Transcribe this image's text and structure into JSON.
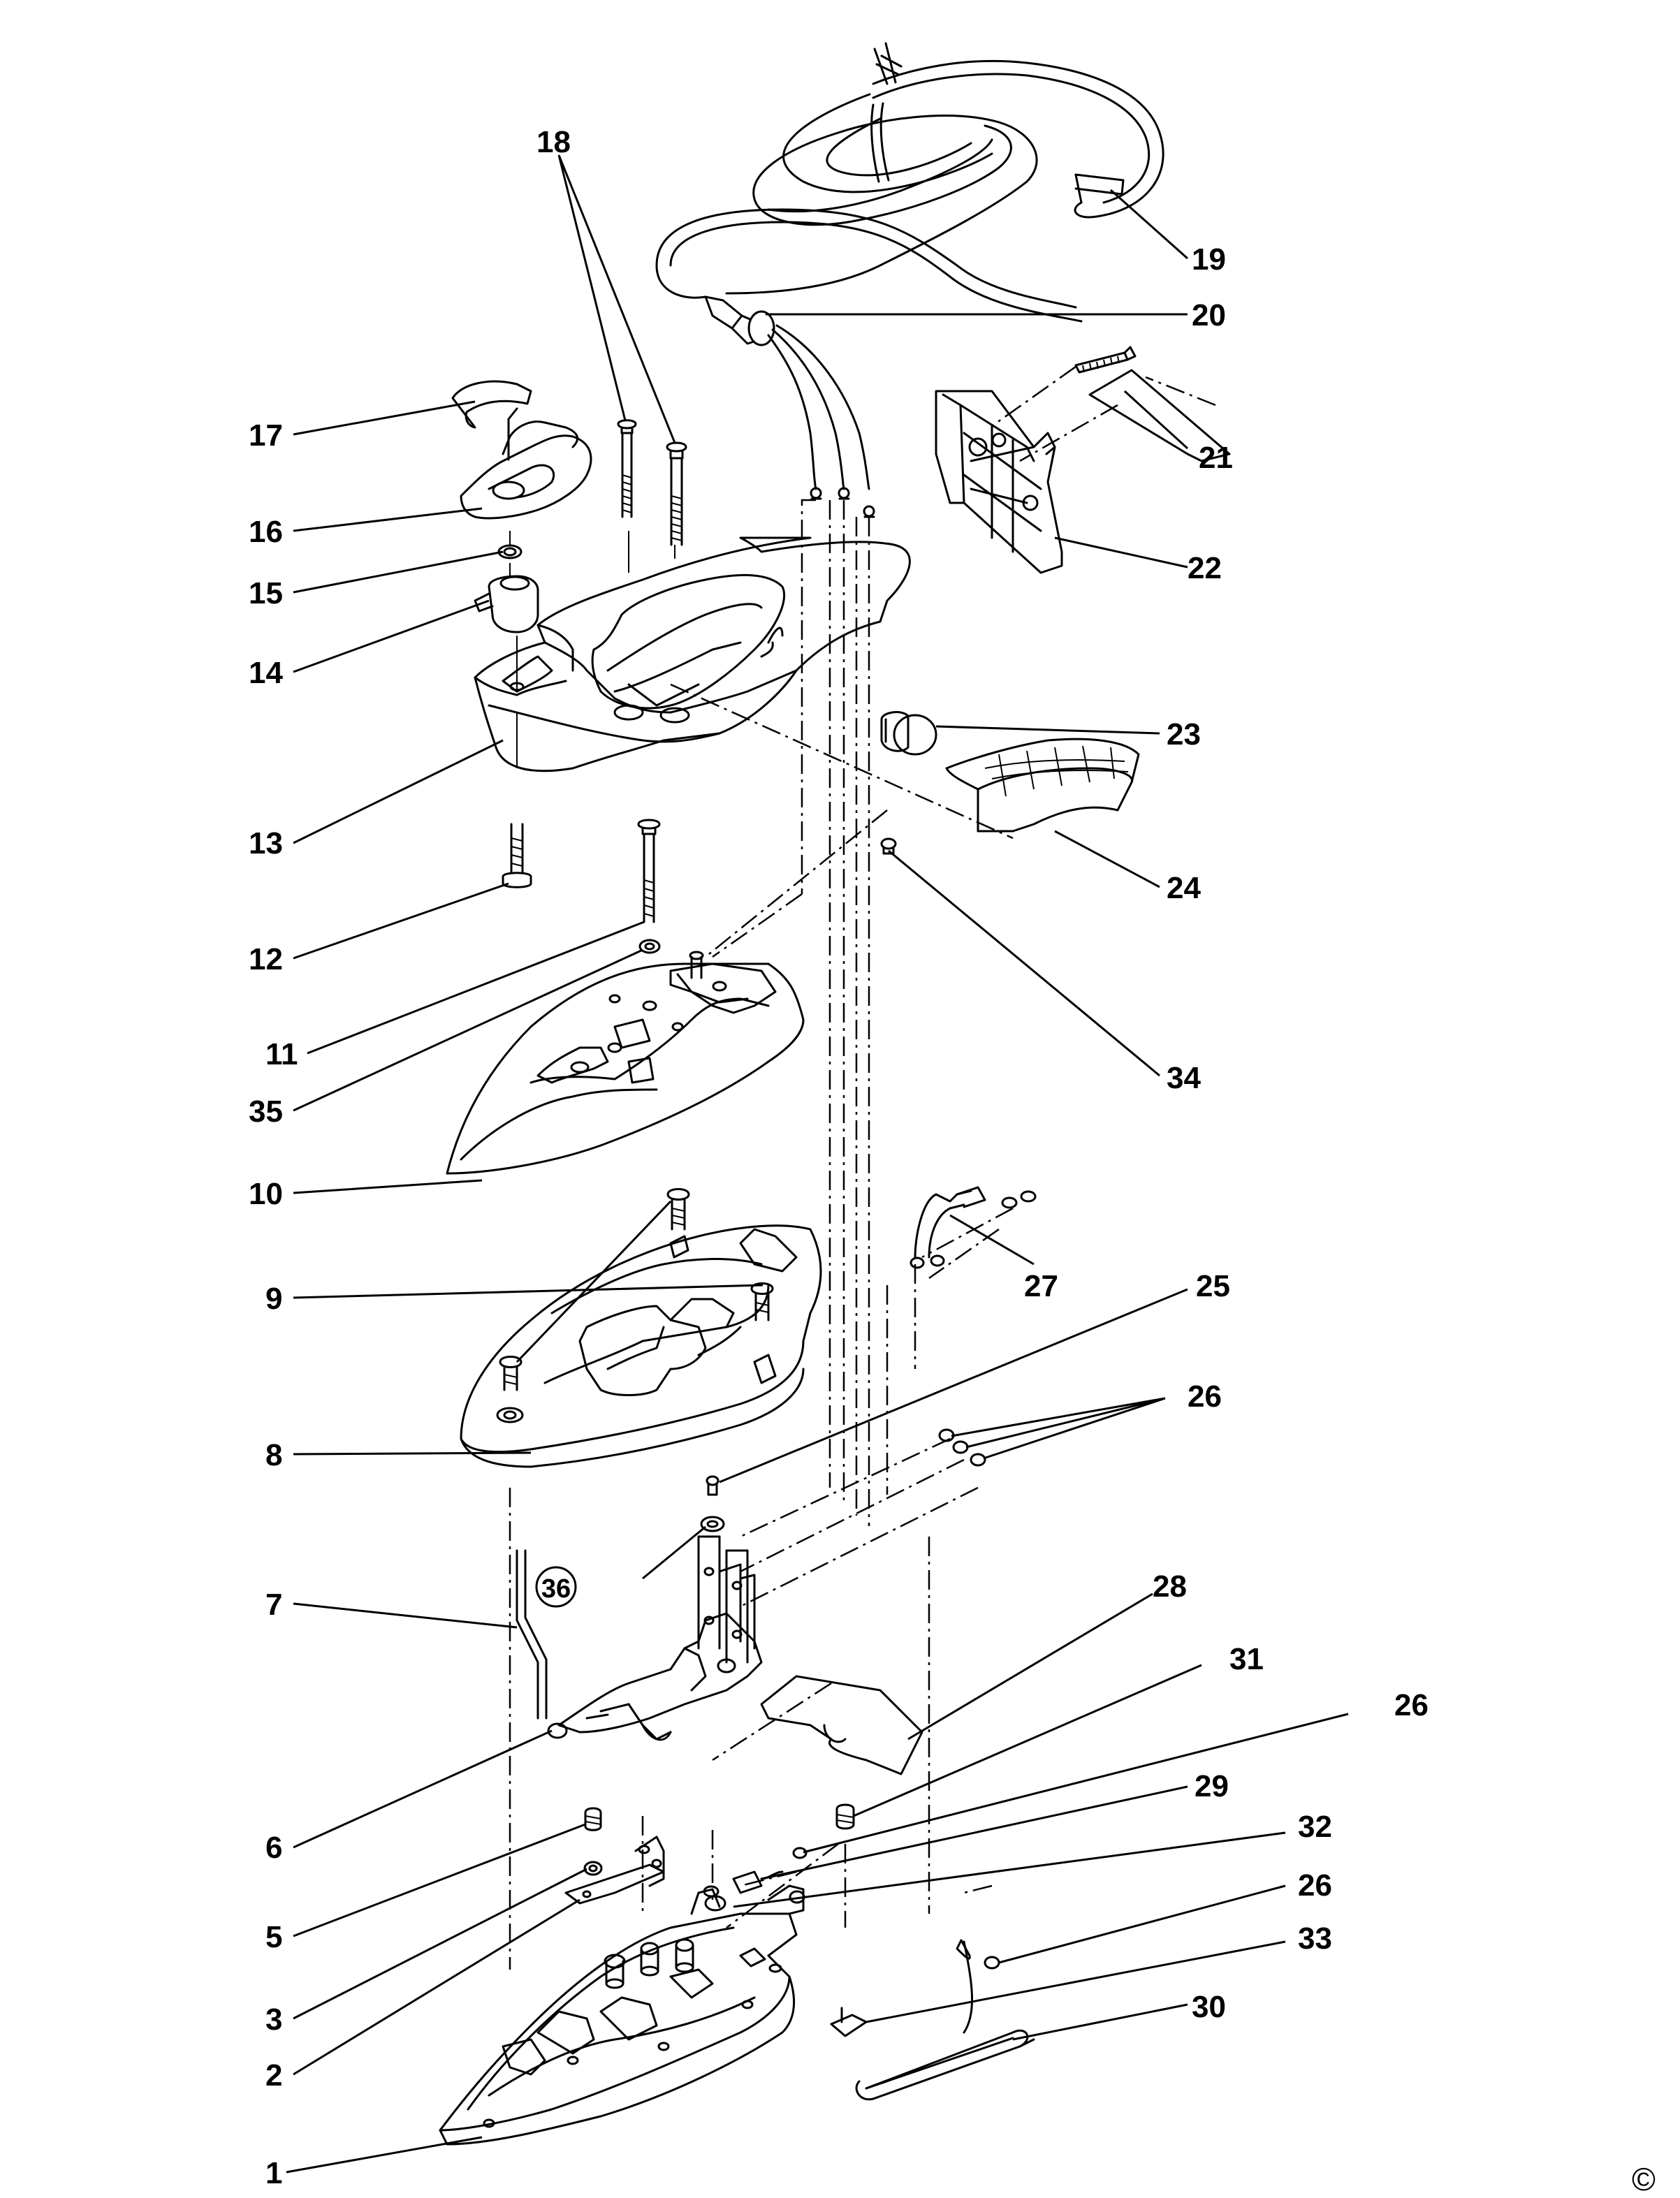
{
  "diagram": {
    "part_labels": [
      "1",
      "2",
      "3",
      "5",
      "6",
      "7",
      "8",
      "9",
      "10",
      "11",
      "35",
      "12",
      "13",
      "14",
      "15",
      "16",
      "17",
      "18",
      "19",
      "20",
      "21",
      "22",
      "23",
      "24",
      "34",
      "27",
      "25",
      "26",
      "26",
      "26",
      "28",
      "31",
      "29",
      "32",
      "33",
      "30"
    ],
    "circled_label": "36",
    "copyright_symbol": "©"
  }
}
